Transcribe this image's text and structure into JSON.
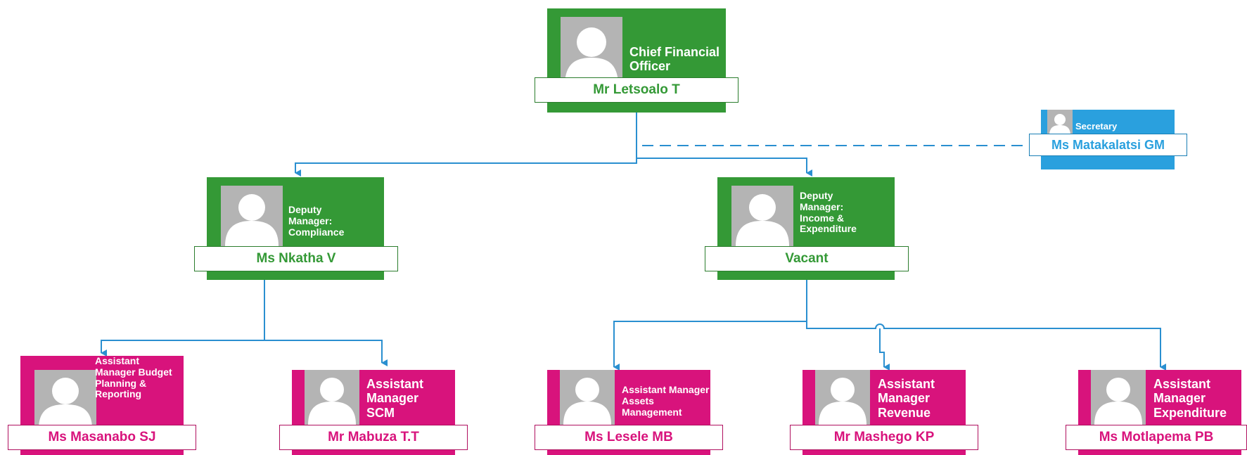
{
  "chart": {
    "cfo": {
      "title": "Chief Financial Officer",
      "name": "Mr Letsoalo T"
    },
    "secretary": {
      "title": "Secretary",
      "name": "Ms Matakalatsi GM"
    },
    "deputy_compliance": {
      "title": "Deputy Manager: Compliance",
      "name": "Ms Nkatha V"
    },
    "deputy_income": {
      "title": "Deputy Manager: Income & Expenditure",
      "name": "Vacant"
    },
    "am_budget": {
      "title": "Assistant Manager Budget Planning & Reporting",
      "name": "Ms Masanabo SJ"
    },
    "am_scm": {
      "title": "Assistant Manager SCM",
      "name": "Mr Mabuza T.T"
    },
    "am_assets": {
      "title": "Assistant Manager Assets Management",
      "name": "Ms Lesele MB"
    },
    "am_revenue": {
      "title": "Assistant Manager Revenue",
      "name": "Mr Mashego KP"
    },
    "am_expenditure": {
      "title": "Assistant Manager Expenditure",
      "name": "Ms Motlapema PB"
    }
  },
  "colors": {
    "executive": "#349936",
    "secretary": "#2aa0de",
    "assistant": "#d8137c",
    "connector": "#2a8fd0"
  },
  "icons": {
    "photo": "person-silhouette-icon"
  }
}
